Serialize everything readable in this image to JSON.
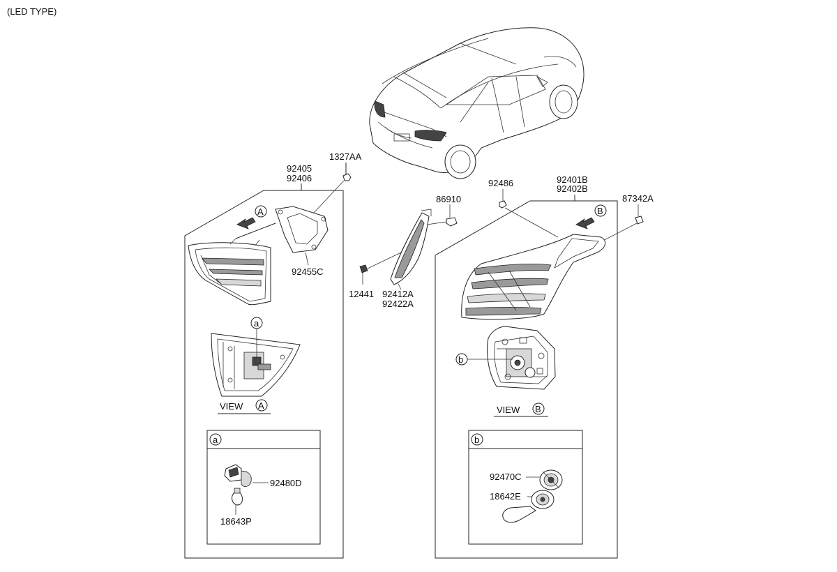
{
  "header": {
    "title": "(LED TYPE)"
  },
  "left_group": {
    "part_numbers": [
      "92405",
      "92406"
    ],
    "bolt_label": "1327AA",
    "gasket_label": "92455C",
    "view_label": "VIEW",
    "view_marker": "A",
    "arrow_marker": "A",
    "detail_marker": "a",
    "detail": {
      "marker": "a",
      "socket_label": "92480D",
      "bulb_label": "18643P"
    }
  },
  "middle_group": {
    "clip_label": "86910",
    "screw_label": "12441",
    "part_numbers": [
      "92412A",
      "92422A"
    ]
  },
  "right_group": {
    "screw_top_label": "92486",
    "part_numbers": [
      "92401B",
      "92402B"
    ],
    "nut_label": "87342A",
    "view_label": "VIEW",
    "view_marker": "B",
    "arrow_marker": "B",
    "detail_marker": "b",
    "detail": {
      "marker": "b",
      "socket_label": "92470C",
      "bulb_label": "18642E"
    }
  }
}
